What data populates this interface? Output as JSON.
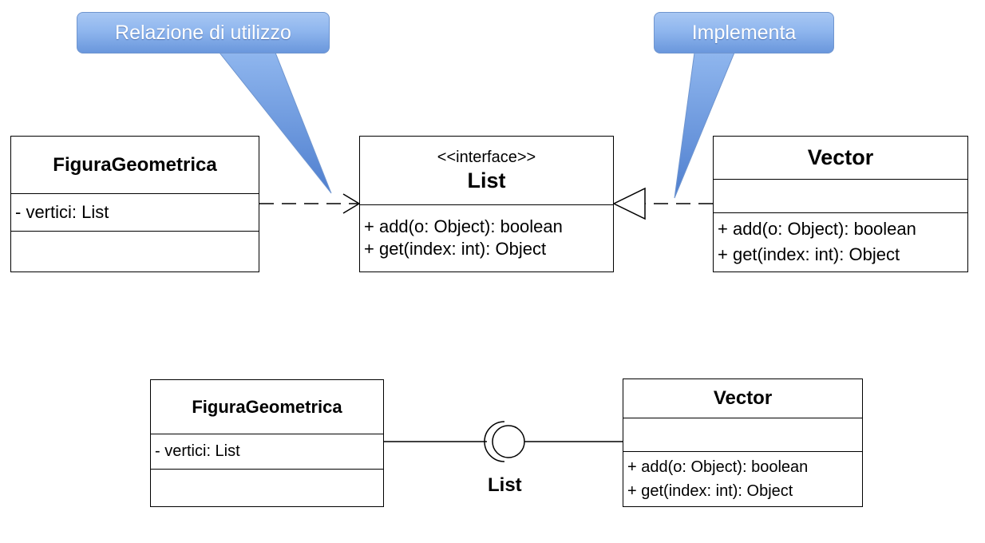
{
  "callouts": {
    "usage": "Relazione di utilizzo",
    "implements": "Implementa"
  },
  "top": {
    "figura": {
      "name": "FiguraGeometrica",
      "attributes": [
        "- vertici: List"
      ]
    },
    "list": {
      "stereotype": "<<interface>>",
      "name": "List",
      "operations": [
        "+ add(o: Object): boolean",
        "+ get(index: int): Object"
      ]
    },
    "vector": {
      "name": "Vector",
      "operations": [
        "+ add(o: Object): boolean",
        "+ get(index: int): Object"
      ]
    }
  },
  "bottom": {
    "figura": {
      "name": "FiguraGeometrica",
      "attributes": [
        "- vertici: List"
      ]
    },
    "interface_label": "List",
    "vector": {
      "name": "Vector",
      "operations": [
        "+ add(o: Object): boolean",
        "+ get(index: int): Object"
      ]
    }
  },
  "colors": {
    "callout_top": "#a8c7f3",
    "callout_bottom": "#6a97dc",
    "line": "#000000"
  }
}
